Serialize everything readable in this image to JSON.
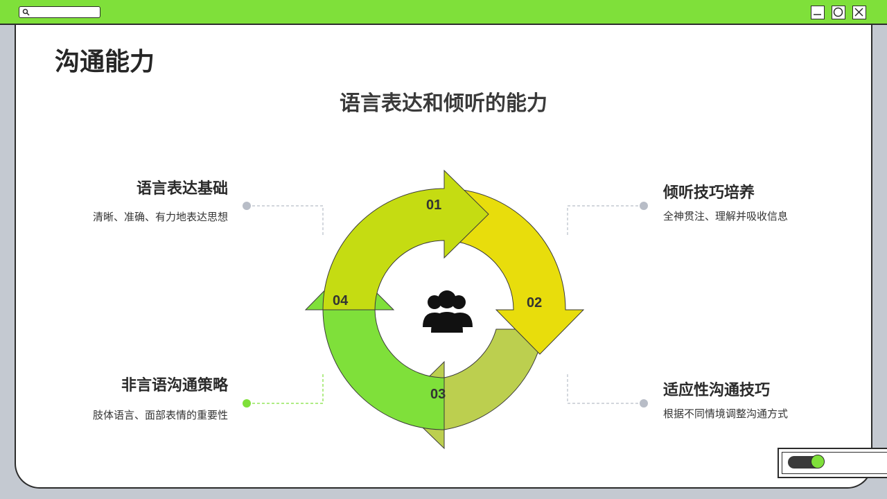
{
  "page": {
    "title": "沟通能力",
    "subtitle": "语言表达和倾听的能力"
  },
  "diagram": {
    "center_icon": "people-group-icon",
    "steps": [
      {
        "number": "01",
        "title": "语言表达基础",
        "desc": "清晰、准确、有力地表达思想",
        "color": "#c5dc12"
      },
      {
        "number": "02",
        "title": "倾听技巧培养",
        "desc": "全神贯注、理解并吸收信息",
        "color": "#e8dd0c"
      },
      {
        "number": "03",
        "title": "适应性沟通技巧",
        "desc": "根据不同情境调整沟通方式",
        "color": "#bccf4f"
      },
      {
        "number": "04",
        "title": "非言语沟通策略",
        "desc": "肢体语言、面部表情的重要性",
        "color": "#7fe03a"
      }
    ]
  },
  "colors": {
    "accent": "#7fe03a",
    "connector_gray": "#b8bdc7"
  },
  "window": {
    "controls": [
      "minimize-icon",
      "maximize-icon",
      "close-icon"
    ],
    "toggle_state": "on"
  }
}
